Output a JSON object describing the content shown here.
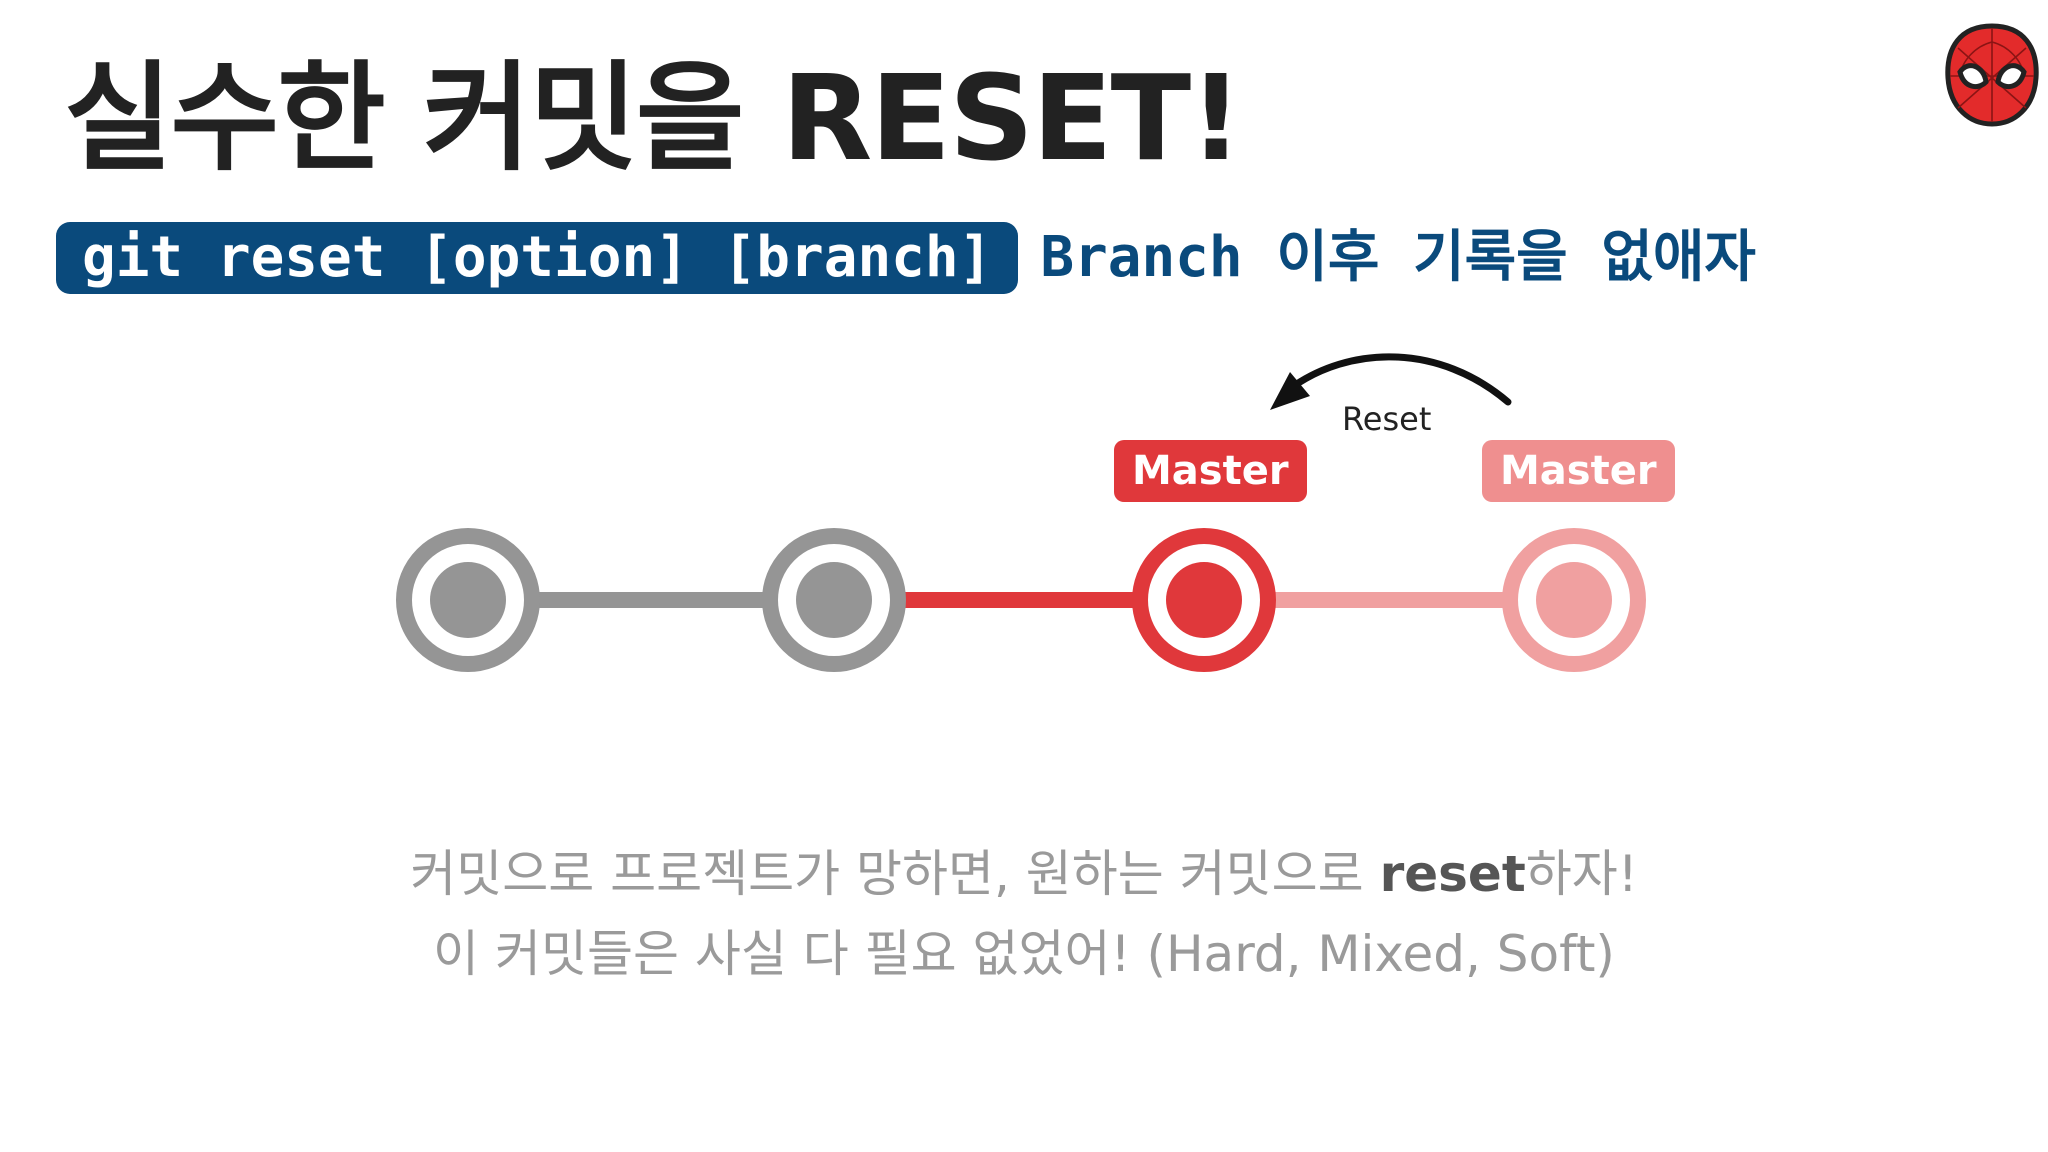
{
  "slide": {
    "title": "실수한 커밋을 RESET!",
    "command": "git reset [option] [branch]",
    "command_description": "Branch 이후 기록을 없애자"
  },
  "diagram": {
    "reset_arrow_label": "Reset",
    "current_branch_label": "Master",
    "previous_branch_label": "Master",
    "commits": [
      {
        "state": "kept"
      },
      {
        "state": "kept"
      },
      {
        "state": "head"
      },
      {
        "state": "discarded"
      }
    ],
    "colors": {
      "kept": "#959595",
      "head": "#e0383b",
      "discarded": "#f0a0a0"
    }
  },
  "caption": {
    "line1_before": "커밋으로 프로젝트가 망하면, 원하는 커밋으로 ",
    "line1_emphasis": "reset",
    "line1_after": "하자!",
    "line2": "이 커밋들은 사실 다 필요 없었어! (Hard, Mixed, Soft)"
  },
  "brand": {
    "title_color": "#222222",
    "accent_color": "#0a4a7c",
    "mascot_icon": "spider-mask-icon"
  }
}
